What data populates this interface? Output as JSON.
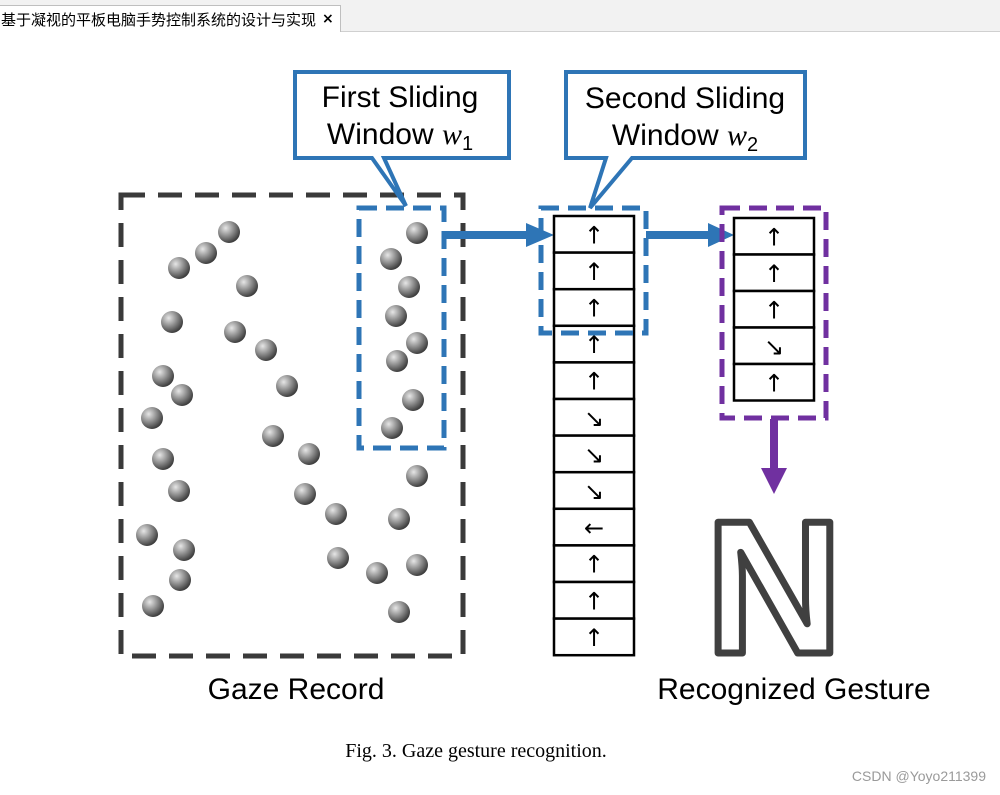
{
  "tab": {
    "title": "基于凝视的平板电脑手势控制系统的设计与实现",
    "close_glyph": "×"
  },
  "callouts": {
    "first": {
      "line1": "First Sliding",
      "line2_word": "Window",
      "line2_var": "w",
      "line2_sub": "1"
    },
    "second": {
      "line1": "Second Sliding",
      "line2_word": "Window",
      "line2_var": "w",
      "line2_sub": "2"
    }
  },
  "direction_sequence": [
    "↑",
    "↑",
    "↑",
    "↑",
    "↑",
    "↘",
    "↘",
    "↘",
    "←",
    "↑",
    "↑",
    "↑"
  ],
  "recognized_window": [
    "↑",
    "↑",
    "↑",
    "↘",
    "↑"
  ],
  "recognized_letter": "N",
  "labels": {
    "gaze_record": "Gaze Record",
    "recognized_gesture": "Recognized Gesture"
  },
  "caption": "Fig. 3.  Gaze gesture recognition.",
  "watermark": "CSDN @Yoyo211399",
  "colors": {
    "blue": "#2e75b6",
    "purple": "#7030a0",
    "dark_dash": "#3a3a3a"
  }
}
